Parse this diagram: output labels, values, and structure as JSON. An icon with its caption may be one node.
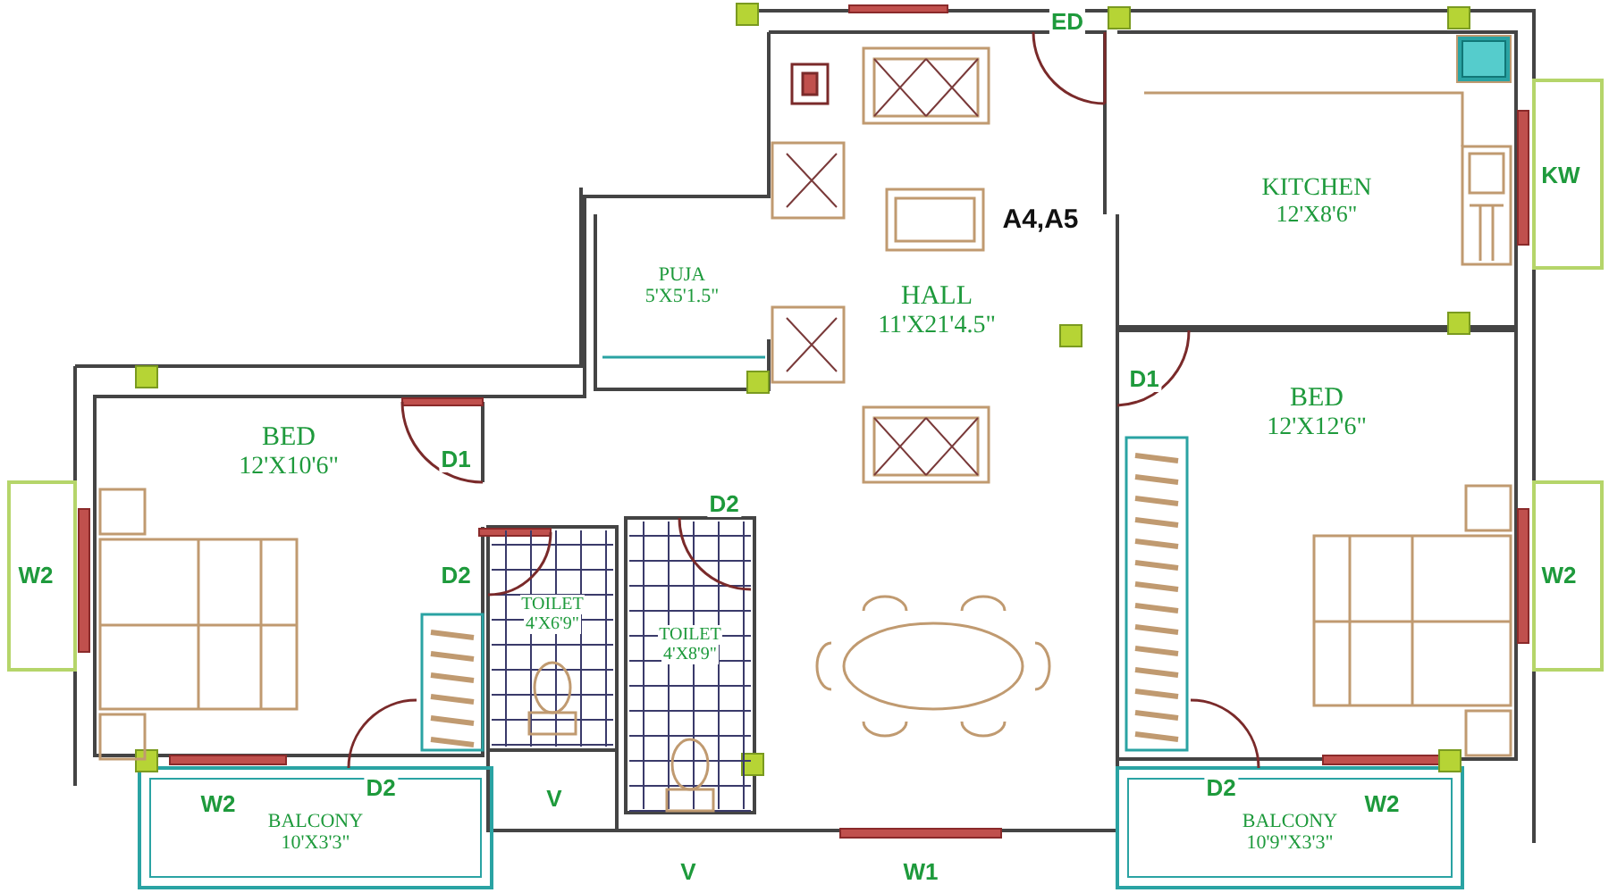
{
  "diagram": {
    "nodes": [
      {
        "text": [
          "KITCHEN",
          "12'X8'6\""
        ]
      },
      {
        "text": [
          "PUJA",
          "5'X5'1.5\""
        ]
      },
      {
        "text": [
          "HALL",
          "11'X21'4.5\""
        ]
      },
      {
        "text": [
          "BED",
          "12'X10'6\""
        ]
      },
      {
        "text": [
          "BED",
          "12'X12'6\""
        ]
      },
      {
        "text": [
          "TOILET",
          "4'X6'9\""
        ]
      },
      {
        "text": [
          "TOILET",
          "4'X8'9\""
        ]
      },
      {
        "text": [
          "BALCONY",
          "10'X3'3\""
        ]
      },
      {
        "text": [
          "BALCONY",
          "10'9\"X3'3\""
        ]
      }
    ],
    "labels": [
      "ED",
      "KW",
      "A4,A5",
      "D1",
      "D1",
      "D2",
      "W2",
      "D2",
      "W2",
      "D2",
      "D2",
      "W2",
      "V",
      "W2",
      "V",
      "W1"
    ]
  }
}
